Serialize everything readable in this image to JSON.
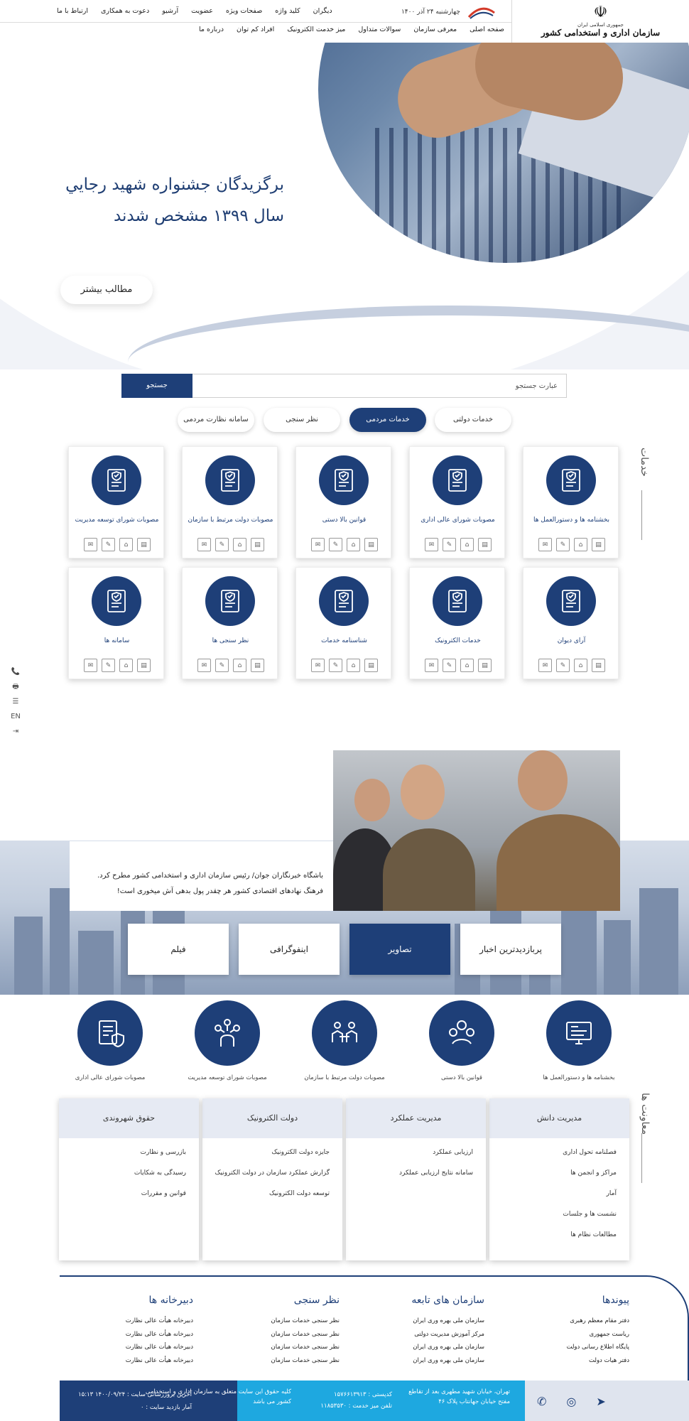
{
  "header": {
    "logo_title": "سازمان اداری و استخدامی کشور",
    "logo_subtitle": "جمهوری اسلامی ایران",
    "date": "چهارشنبه ۲۴ آذر ۱۴۰۰",
    "top_links": [
      "دیگران",
      "کلید واژه",
      "صفحات ویژه",
      "عضویت",
      "آرشیو",
      "دعوت به همکاری",
      "ارتباط با ما"
    ],
    "nav": [
      "صفحه اصلی",
      "معرفی سازمان",
      "سوالات متداول",
      "میز خدمت الکترونیک",
      "افراد کم توان",
      "درباره ما"
    ]
  },
  "hero": {
    "title_line1": "برگزیدگان جشنواره شهید رجايي",
    "title_line2": "سال ۱۳۹۹ مشخص شدند",
    "more_button": "مطالب بیشتر"
  },
  "search": {
    "placeholder": "عبارت جستجو",
    "button": "جستجو"
  },
  "tabs": [
    "خدمات دولتی",
    "خدمات مردمی",
    "نظر سنجی",
    "سامانه نظارت مردمی"
  ],
  "services": {
    "title": "خدمات",
    "row1": [
      "بخشنامه ها و دستورالعمل ها",
      "مصوبات شورای عالی اداری",
      "قوانین بالا دستی",
      "مصوبات دولت مرتبط با سازمان",
      "مصوبات شورای توسعه مدیریت"
    ],
    "row2": [
      "آرای دیوان",
      "خدمات الکترونیک",
      "شناسنامه خدمات",
      "نظر سنجی ها",
      "سامانه ها"
    ]
  },
  "floatbar": [
    "📞",
    "🖶",
    "☰",
    "EN",
    "⇥"
  ],
  "news": {
    "caption_line1": "باشگاه خبرنگاران جوان/ رئیس سازمان اداری و استخدامی کشور مطرح کرد.",
    "caption_line2": "فرهنگ نهادهای اقتصادی کشور هر چقدر پول بدهی آش میخوری است!",
    "media_tabs": [
      "پربازدیدترین اخبار",
      "تصاویر",
      "اینفوگرافی",
      "فیلم"
    ]
  },
  "quick_links": [
    "بخشنامه ها و دستورالعمل ها",
    "قوانین بالا دستی",
    "مصوبات دولت مرتبط با سازمان",
    "مصوبات شورای توسعه مدیریت",
    "مصوبات شورای عالی اداری"
  ],
  "deputies": {
    "title": "معاونت ها",
    "columns": [
      {
        "header": "مدیریت دانش",
        "items": [
          "فصلنامه تحول اداری",
          "مراکز و انجمن ها",
          "آمار",
          "نشست ها و جلسات",
          "مطالعات نظام ها"
        ]
      },
      {
        "header": "مدیریت عملکرد",
        "items": [
          "ارزیابی عملکرد",
          "سامانه نتایج ارزیابی عملکرد"
        ]
      },
      {
        "header": "دولت الکترونیک",
        "items": [
          "جایزه دولت الکترونیک",
          "گزارش عملکرد سازمان در دولت الکترونیک",
          "توسعه دولت الکترونیک"
        ]
      },
      {
        "header": "حقوق شهروندی",
        "items": [
          "بازرسی و نظارت",
          "رسیدگی به شکایات",
          "قوانین و مقررات"
        ]
      }
    ]
  },
  "footer": {
    "cols": [
      {
        "title": "پیوندها",
        "links": [
          "دفتر مقام معظم رهبری",
          "ریاست جمهوری",
          "پایگاه اطلاع رسانی دولت",
          "دفتر هیات دولت"
        ]
      },
      {
        "title": "سازمان های تابعه",
        "links": [
          "سازمان ملی بهره وری ایران",
          "مرکز آموزش مدیریت دولتی",
          "سازمان ملی بهره وری ایران",
          "سازمان ملی بهره وری ایران"
        ]
      },
      {
        "title": "نظر سنجی",
        "links": [
          "نظر سنجی خدمات سازمان",
          "نظر سنجی خدمات سازمان",
          "نظر سنجی خدمات سازمان",
          "نظر سنجی خدمات سازمان"
        ]
      },
      {
        "title": "دبیرخانه ها",
        "links": [
          "دبیرخانه هیأت عالی نظارت",
          "دبیرخانه هیأت عالی نظارت",
          "دبیرخانه هیأت عالی نظارت",
          "دبیرخانه هیأت عالی نظارت"
        ]
      }
    ],
    "address": "تهران، خیابان شهید مطهری بعد از تقاطع مفتح خیابان جهانتاب پلاک ۴۶",
    "postal": "کدپستی : ۱۵۷۶۶۱۳۹۱۳",
    "phone": "تلفن میز خدمت : ۱۱۸۵۳۵۳۰",
    "copyright": "کلیه حقوق این سایت متعلق به سازمان اداری و استخدامی کشور می باشد",
    "last_update": "آخرین بروزرسانی سایت : ۱۴۰۰/۰۹/۲۴ ۱۵:۱۳",
    "visits": "آمار بازدید سایت : ۰"
  }
}
